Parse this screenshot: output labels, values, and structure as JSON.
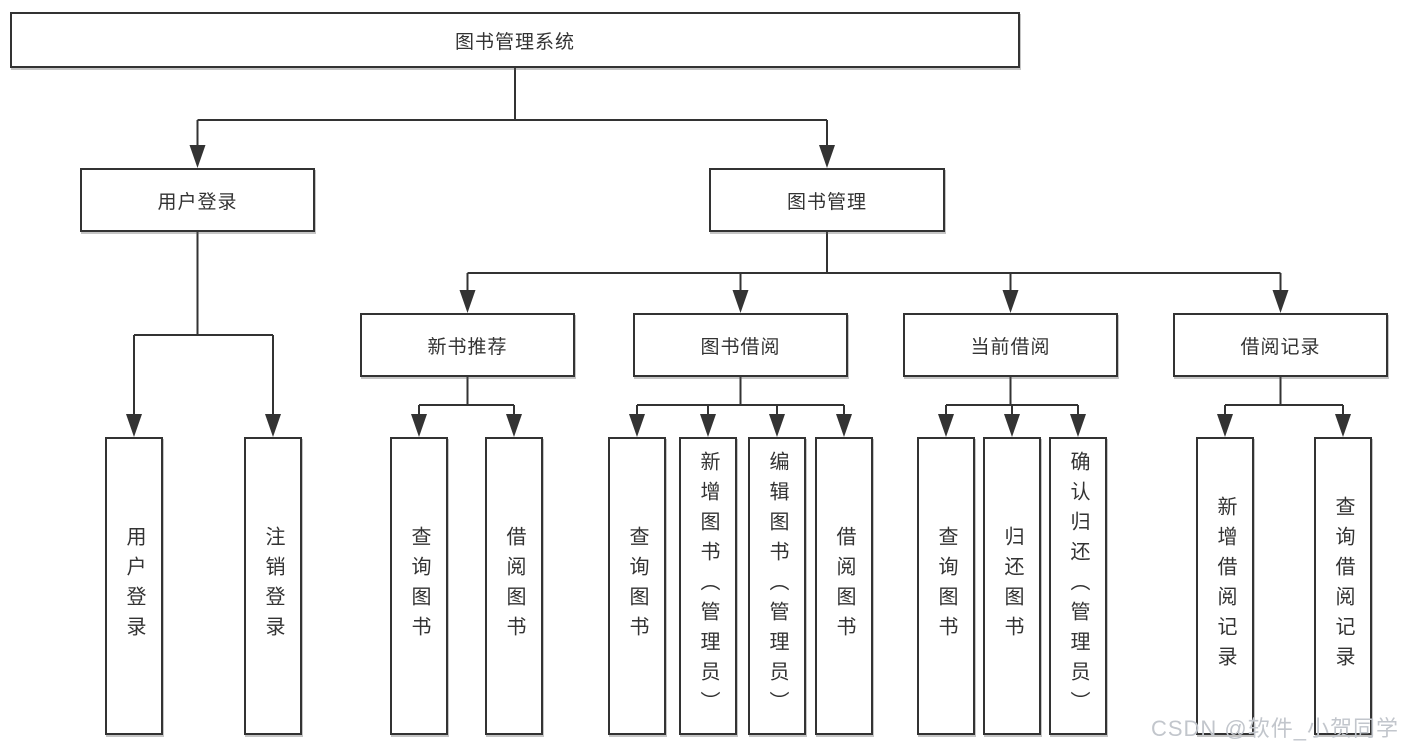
{
  "tree": {
    "root": {
      "label": "图书管理系统",
      "children": [
        {
          "label": "用户登录",
          "children": [
            {
              "label": "用户登录"
            },
            {
              "label": "注销登录"
            }
          ]
        },
        {
          "label": "图书管理",
          "children": [
            {
              "label": "新书推荐",
              "children": [
                {
                  "label": "查询图书"
                },
                {
                  "label": "借阅图书"
                }
              ]
            },
            {
              "label": "图书借阅",
              "children": [
                {
                  "label": "查询图书"
                },
                {
                  "label": "新增图书（管理员）"
                },
                {
                  "label": "编辑图书（管理员）"
                },
                {
                  "label": "借阅图书"
                }
              ]
            },
            {
              "label": "当前借阅",
              "children": [
                {
                  "label": "查询图书"
                },
                {
                  "label": "归还图书"
                },
                {
                  "label": "确认归还（管理员）"
                }
              ]
            },
            {
              "label": "借阅记录",
              "children": [
                {
                  "label": "新增借阅记录"
                },
                {
                  "label": "查询借阅记录"
                }
              ]
            }
          ]
        }
      ]
    }
  },
  "watermark": {
    "text": "CSDN @软件_小贺同学"
  },
  "colors": {
    "line": "#333333",
    "box_border": "#333333",
    "text": "#333333",
    "watermark": "#c2c6cc",
    "background": "#ffffff"
  }
}
